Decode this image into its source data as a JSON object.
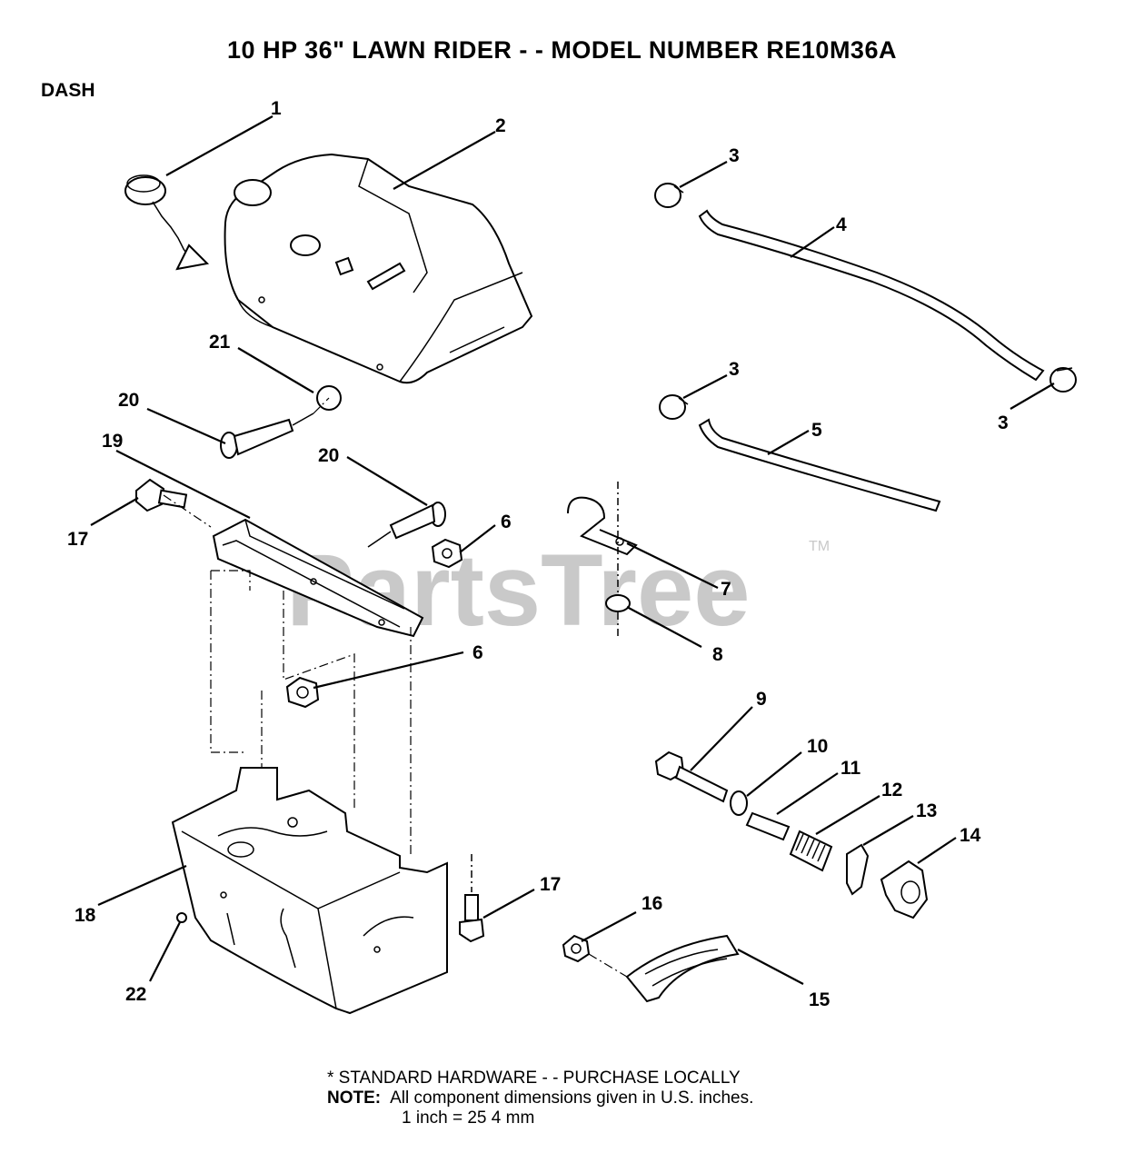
{
  "header": {
    "title": "10 HP 36\" LAWN RIDER - - MODEL NUMBER RE10M36A",
    "section": "DASH"
  },
  "watermark": {
    "text": "PartsTree",
    "tm": "TM"
  },
  "callouts": [
    "1",
    "2",
    "3",
    "4",
    "3",
    "3",
    "5",
    "20",
    "21",
    "19",
    "20",
    "17",
    "6",
    "7",
    "8",
    "6",
    "9",
    "10",
    "11",
    "12",
    "13",
    "14",
    "17",
    "16",
    "18",
    "22",
    "15"
  ],
  "footer": {
    "standard_hardware": "* STANDARD HARDWARE - - PURCHASE LOCALLY",
    "note_label": "NOTE:",
    "note_text": "All component dimensions given in U.S. inches.",
    "conversion": "1 inch = 25 4 mm"
  }
}
